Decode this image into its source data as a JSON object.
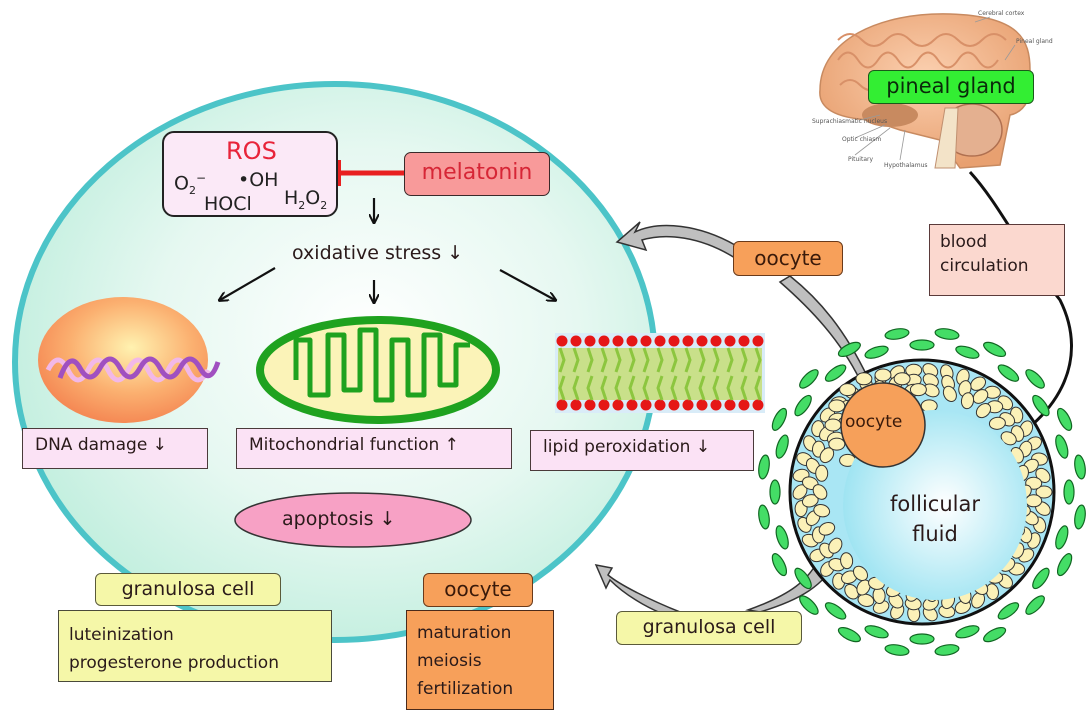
{
  "ros": {
    "title": "ROS",
    "species": [
      "O",
      "2",
      "−",
      "•OH",
      "HOCl",
      "H",
      "2",
      "O",
      "2"
    ]
  },
  "melatonin": "melatonin",
  "oxidative_stress": "oxidative stress ↓",
  "effects": {
    "dna": "DNA damage ↓",
    "mito": "Mitochondrial function ↑",
    "lipid": "lipid peroxidation ↓",
    "apoptosis": "apoptosis ↓"
  },
  "granulosa": {
    "title": "granulosa cell",
    "items": [
      "luteinization",
      "progesterone production"
    ]
  },
  "oocyte_panel": {
    "title": "oocyte",
    "items": [
      "maturation",
      "meiosis",
      "fertilization"
    ]
  },
  "brain": {
    "label": "pineal gland",
    "annotations": [
      "Cerebral cortex",
      "Pineal gland",
      "Suprachiasmatic nucleus",
      "Optic chiasm",
      "Pituitary",
      "Hypothalamus"
    ]
  },
  "blood_circulation": [
    "blood",
    "circulation"
  ],
  "follicle": {
    "oocyte_label": "oocyte",
    "fluid_label": [
      "follicular",
      "fluid"
    ],
    "oocyte_arrow_label": "oocyte",
    "granulosa_arrow_label": "granulosa cell"
  },
  "colors": {
    "cell_fill": "#cdf1e4",
    "cell_border": "#4cc4c8",
    "ros_red": "#e8243a",
    "inhibit_red": "#e82020",
    "melatonin_fill": "#f89a9a",
    "oocyte_orange": "#f7a05a",
    "granulosa_yellow": "#f5f7a8",
    "pineal_green": "#33ee33",
    "theca_green": "#44dd66",
    "fluid_blue": "#bfeef8"
  }
}
